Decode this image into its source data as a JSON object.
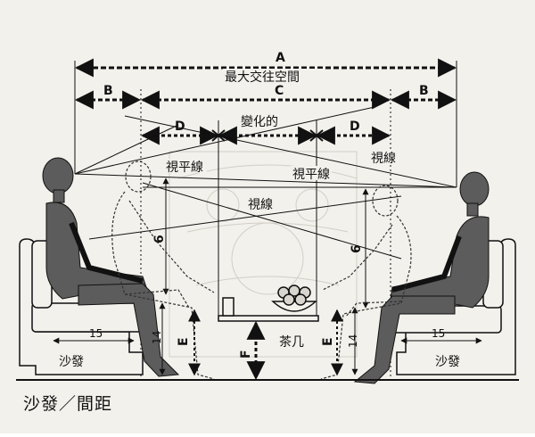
{
  "labels": {
    "a": "A",
    "b": "B",
    "c": "C",
    "d": "D",
    "max_space": "最大交往空間",
    "variable": "變化的",
    "eye_level": "視平線",
    "sight_line": "視線",
    "six": "6",
    "fifteen": "15",
    "fourteen": "14",
    "e": "E",
    "f": "F",
    "tea_table": "茶几",
    "sofa": "沙發"
  },
  "caption": "沙發／間距",
  "colors": {
    "ink": "#111111",
    "paper": "#f3f1ec",
    "figure": "#5c5c5c",
    "hatch": "#c9c6bf"
  }
}
